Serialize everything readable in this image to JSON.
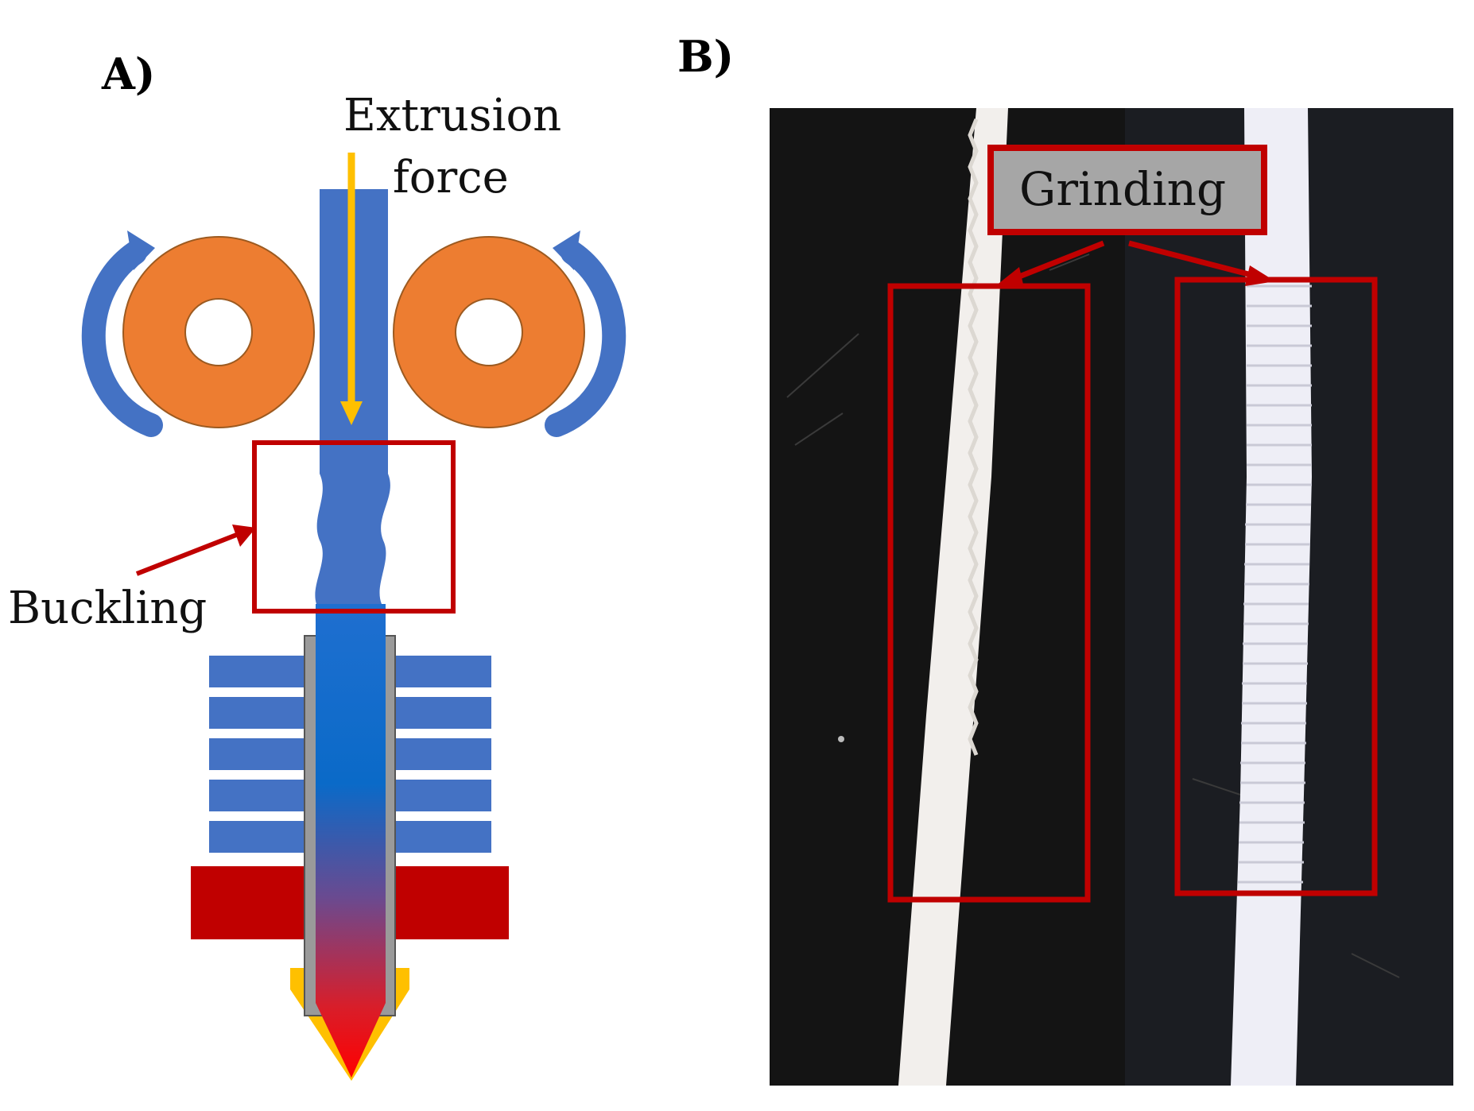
{
  "panels": {
    "a_label": "A)",
    "b_label": "B)"
  },
  "diagram": {
    "extrusion_line1": "Extrusion",
    "extrusion_line2": "force",
    "buckling_label": "Buckling"
  },
  "photo": {
    "grinding_label": "Grinding"
  },
  "colors": {
    "filament_blue": "#4472C4",
    "roller_orange": "#ED7D31",
    "arrow_yellow": "#FFC000",
    "highlight_red": "#C00000",
    "heater_red": "#C00000",
    "label_box_gray": "#A6A6A6"
  }
}
